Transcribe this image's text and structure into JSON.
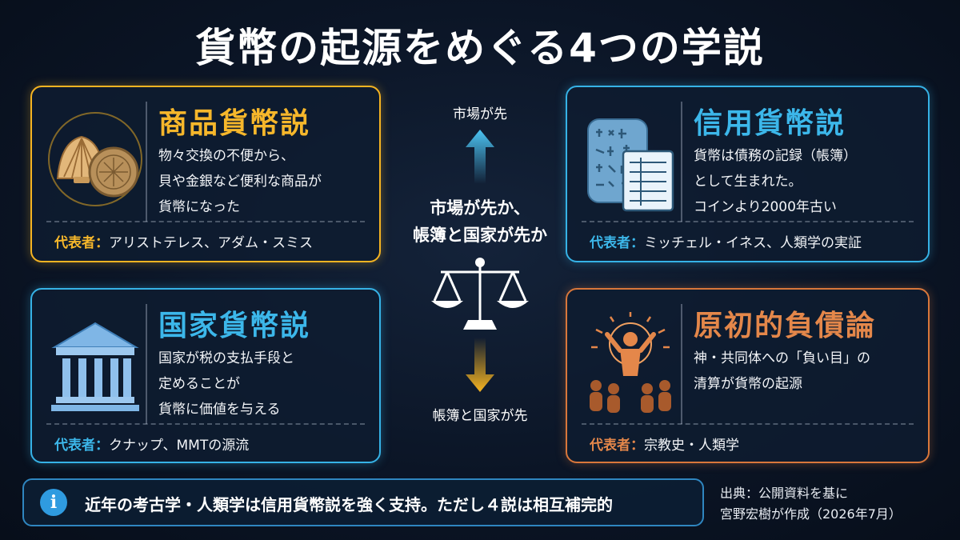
{
  "title": "貨幣の起源をめぐる4つの学説",
  "cards": {
    "commodity": {
      "title": "商品貨幣説",
      "desc": [
        "物々交換の不便から、",
        "貝や金銀など便利な商品が",
        "貨幣になった"
      ],
      "rep_label": "代表者：",
      "rep_value": "アリストテレス、アダム・スミス",
      "icon": "shell-and-coin-icon"
    },
    "credit": {
      "title": "信用貨幣説",
      "desc": [
        "貨幣は債務の記録（帳簿）",
        "として生まれた。",
        "コインより2000年古い"
      ],
      "rep_label": "代表者：",
      "rep_value": "ミッチェル・イネス、人類学の実証",
      "icon": "clay-tablet-ledger-icon"
    },
    "state": {
      "title": "国家貨幣説",
      "desc": [
        "国家が税の支払手段と",
        "定めることが",
        "貨幣に価値を与える"
      ],
      "rep_label": "代表者：",
      "rep_value": "クナップ、MMTの源流",
      "icon": "government-building-icon"
    },
    "primordial": {
      "title": "原初的負債論",
      "desc": [
        "神・共同体への「負い目」の",
        "清算が貨幣の起源"
      ],
      "rep_label": "代表者：",
      "rep_value": "宗教史・人類学",
      "icon": "divine-figure-crowd-icon"
    }
  },
  "center": {
    "top_label": "市場が先",
    "question_line1": "市場が先か、",
    "question_line2": "帳簿と国家が先か",
    "bottom_label": "帳簿と国家が先",
    "icons": [
      "up-arrow-icon",
      "scales-icon",
      "down-arrow-icon"
    ]
  },
  "footer": {
    "text": "近年の考古学・人類学は信用貨幣説を強く支持。ただし４説は相互補完的",
    "icon": "info-icon",
    "info_glyph": "i"
  },
  "source": {
    "line1": "出典：公開資料を基に",
    "line2": "宮野宏樹が作成（2026年7月）"
  },
  "colors": {
    "gold": "#f5b422",
    "cyan": "#36b2e6",
    "orange": "#d9773b",
    "background": "#0b1526"
  }
}
